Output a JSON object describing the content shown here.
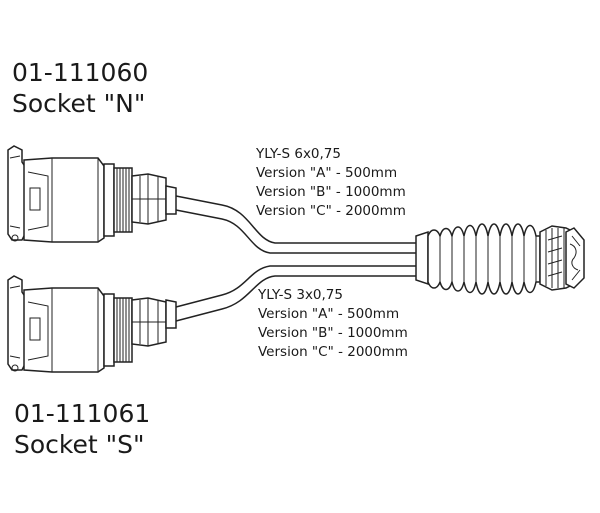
{
  "socket_n": {
    "part_number": "01-111060",
    "name": "Socket \"N\""
  },
  "socket_s": {
    "part_number": "01-111061",
    "name": "Socket \"S\""
  },
  "cable_top": {
    "spec": "YLY-S 6x0,75",
    "versions": [
      "Version \"A\" - 500mm",
      "Version \"B\" - 1000mm",
      "Version \"C\" - 2000mm"
    ]
  },
  "cable_bottom": {
    "spec": "YLY-S 3x0,75",
    "versions": [
      "Version \"A\" - 500mm",
      "Version \"B\" - 1000mm",
      "Version \"C\" - 2000mm"
    ]
  }
}
